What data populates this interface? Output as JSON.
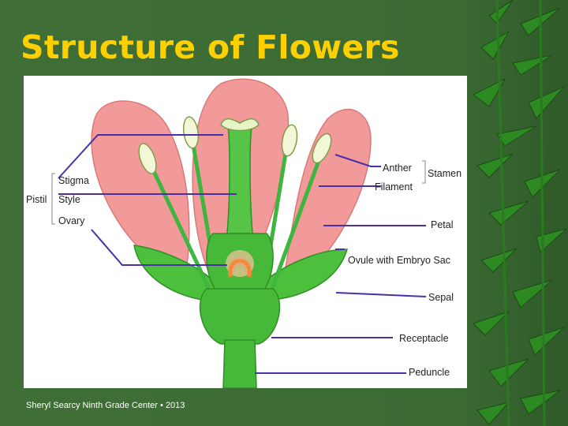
{
  "slide": {
    "title": "Structure of Flowers",
    "footer": "Sheryl Searcy Ninth Grade Center • 2013"
  },
  "diagram": {
    "labels": {
      "pistil": "Pistil",
      "stigma": "Stigma",
      "style": "Style",
      "ovary": "Ovary",
      "anther": "Anther",
      "filament": "Filament",
      "stamen": "Stamen",
      "petal": "Petal",
      "ovule": "Ovule with Embryo Sac",
      "sepal": "Sepal",
      "receptacle": "Receptacle",
      "peduncle": "Peduncle"
    },
    "colors": {
      "petal": "#f29a9a",
      "green": "#3eb53e",
      "leader": "#4a2fa8",
      "ovule": "#f08a3c"
    }
  }
}
